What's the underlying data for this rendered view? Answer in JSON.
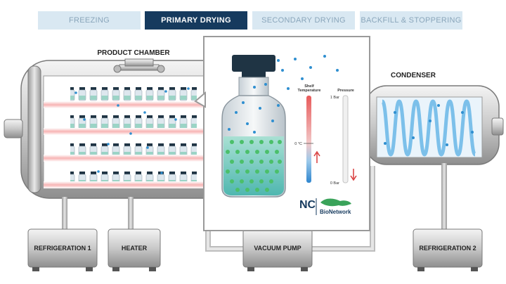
{
  "tabs": [
    {
      "label": "Freezing",
      "active": false
    },
    {
      "label": "Primary Drying",
      "active": true
    },
    {
      "label": "Secondary Drying",
      "active": false
    },
    {
      "label": "Backfill & Stoppering",
      "active": false
    }
  ],
  "labels": {
    "product_chamber": "PRODUCT CHAMBER",
    "condenser": "CONDENSER",
    "refrigeration1": "REFRIGERATION 1",
    "heater": "HEATER",
    "vacuum_pump": "VACUUM PUMP",
    "refrigeration2": "REFRIGERATION 2"
  },
  "gauges": {
    "shelf_temp_title_1": "Shelf",
    "shelf_temp_title_2": "Temperature",
    "shelf_zero": "0 °C",
    "pressure_title": "Pressure",
    "pressure_top": "1 Bar",
    "pressure_bottom": "0 Bar"
  },
  "logo": {
    "nc": "NC",
    "bionetwork": "BioNetwork"
  },
  "colors": {
    "tab_active": "#163a5e",
    "tab_inactive": "#d9e8f2",
    "shelf_pink": "#f6b8b8",
    "water_dot": "#2f8fd0",
    "ice_green": "#4bbf6a",
    "cap": "#1f3444"
  }
}
